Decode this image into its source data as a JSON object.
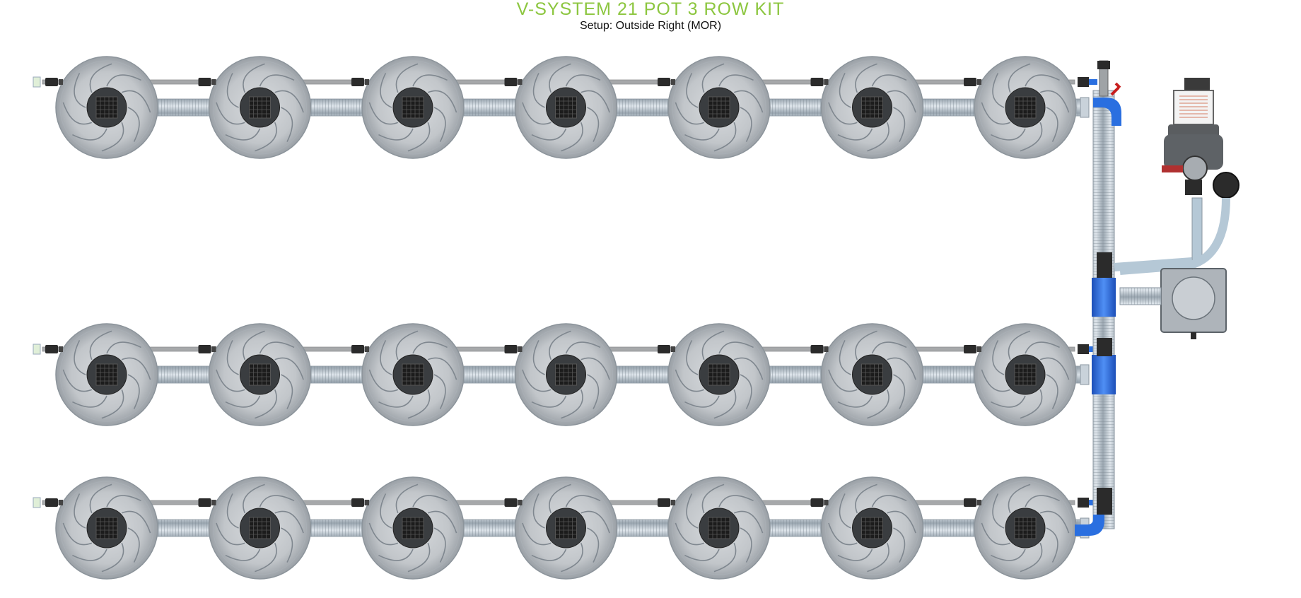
{
  "title": "V-SYSTEM 21 POT 3 ROW KIT",
  "subtitle": "Setup: Outside Right (MOR)",
  "layout": {
    "rows": 3,
    "pots_per_row": 7
  },
  "colors": {
    "title": "#8cc63f",
    "pot_body": "#bfc3c7",
    "pipe": "#b5c8d6",
    "fitting_blue": "#2a6fe0",
    "dark_part": "#333333"
  }
}
